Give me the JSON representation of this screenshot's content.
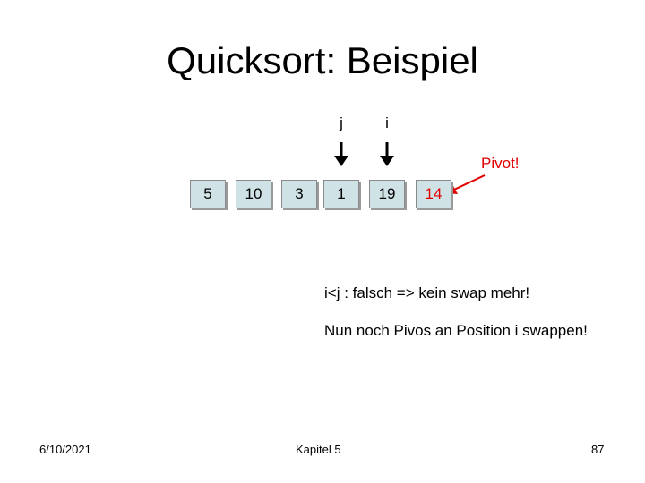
{
  "slide": {
    "title": "Quicksort: Beispiel",
    "pointers": {
      "j": "j",
      "i": "i"
    },
    "pivot_label": "Pivot!",
    "array": [
      "5",
      "10",
      "3",
      "1",
      "19",
      "14"
    ],
    "pivot_index": 5,
    "notes": [
      "i<j : falsch => kein swap mehr!",
      "Nun noch Pivos an Position i swappen!"
    ]
  },
  "footer": {
    "date": "6/10/2021",
    "chapter": "Kapitel 5",
    "page": "87"
  },
  "colors": {
    "cell_fill": "#cfe3e6",
    "pivot": "#e00000",
    "pointer_arrow": "#000000"
  }
}
